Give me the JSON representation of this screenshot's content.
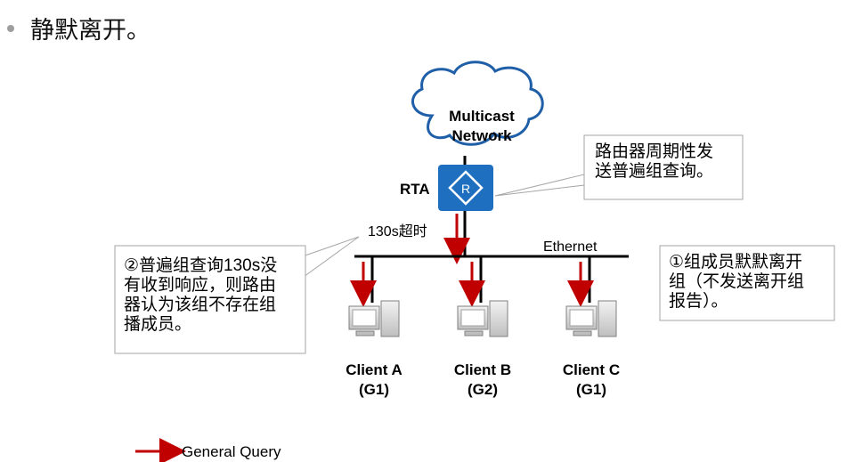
{
  "heading": "静默离开。",
  "cloud_label_line1": "Multicast",
  "cloud_label_line2": "Network",
  "router_label": "RTA",
  "router_symbol": "R",
  "timer_label": "130s超时",
  "ethernet_label": "Ethernet",
  "callout_router": "路由器周期性发\n送普遍组查询。",
  "callout_left": "②普遍组查询130s没\n有收到响应，则路由\n器认为该组不存在组\n播成员。",
  "callout_right": "①组成员默默离开\n组（不发送离开组\n报告）。",
  "clients": [
    {
      "name": "Client A",
      "group": "(G1)"
    },
    {
      "name": "Client B",
      "group": "(G2)"
    },
    {
      "name": "Client C",
      "group": "(G1)"
    }
  ],
  "legend_label": "General Query",
  "colors": {
    "router": "#1f6fc1",
    "arrow": "#c00000",
    "cloud_stroke": "#1f5fa8",
    "callout_border": "#a6a6a6"
  }
}
